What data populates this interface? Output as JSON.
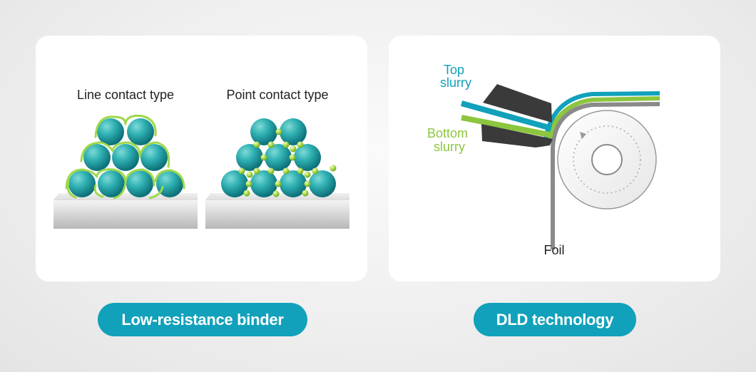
{
  "left_panel": {
    "line_contact_label": "Line contact type",
    "point_contact_label": "Point contact type"
  },
  "right_panel": {
    "top_slurry_label_1": "Top",
    "top_slurry_label_2": "slurry",
    "bottom_slurry_label_1": "Bottom",
    "bottom_slurry_label_2": "slurry",
    "foil_label": "Foil"
  },
  "captions": {
    "left": "Low-resistance binder",
    "right": "DLD technology"
  },
  "colors": {
    "teal": "#11a1bb",
    "green": "#8cc63f",
    "sphere": "#2ab0b5",
    "dark_die": "#3a3a3a"
  }
}
